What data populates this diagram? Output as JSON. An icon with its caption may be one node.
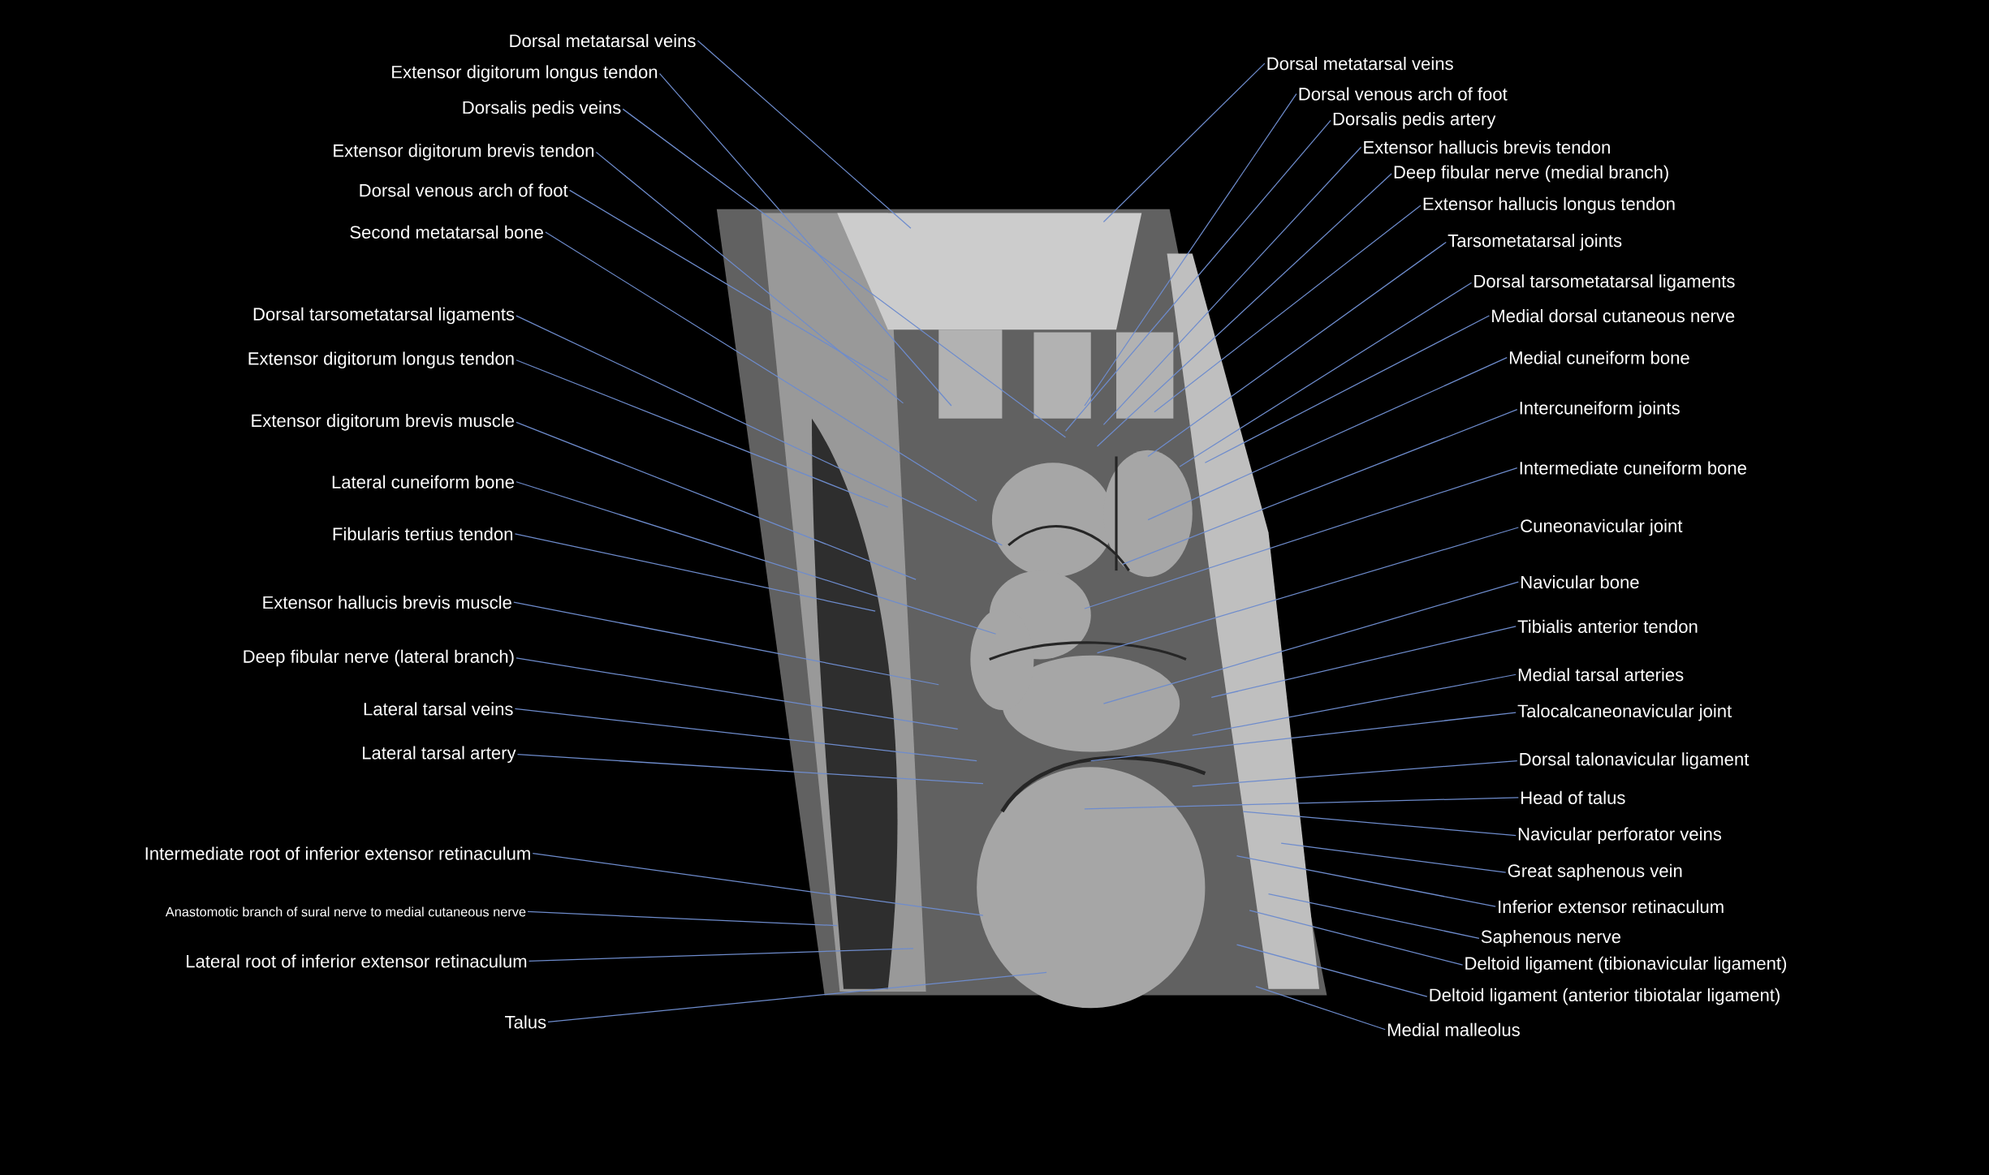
{
  "diagram": {
    "nodes": [
      {
        "text": [],
        "shape": "picture"
      },
      {
        "text": [
          "Dorsal metatarsal veins"
        ]
      },
      {
        "text": [
          "Extensor digitorum longus tendon"
        ]
      },
      {
        "text": [
          "Dorsalis pedis veins"
        ]
      },
      {
        "text": [
          "Extensor digitorum brevis tendon"
        ]
      },
      {
        "text": [
          "Dorsal venous arch of foot"
        ]
      },
      {
        "text": [
          "Second metatarsal bone"
        ]
      },
      {
        "text": [
          "Dorsal tarsometatarsal ligaments"
        ]
      },
      {
        "text": [
          "Extensor digitorum longus tendon"
        ]
      },
      {
        "text": [
          "Extensor digitorum brevis muscle"
        ]
      },
      {
        "text": [
          "Lateral cuneiform bone"
        ]
      },
      {
        "text": [
          "Fibularis tertius tendon"
        ]
      },
      {
        "text": [
          "Extensor hallucis brevis muscle"
        ]
      },
      {
        "text": [
          "Deep fibular nerve (lateral branch)"
        ]
      },
      {
        "text": [
          "Lateral tarsal veins"
        ]
      },
      {
        "text": [
          "Lateral tarsal artery"
        ]
      },
      {
        "text": [
          "Intermediate root of inferior extensor retinaculum"
        ]
      },
      {
        "text": [
          "Anastomotic branch of sural nerve to medial cutaneous nerve"
        ]
      },
      {
        "text": [
          "Lateral root of inferior extensor retinaculum"
        ]
      },
      {
        "text": [
          "Talus"
        ]
      },
      {
        "text": [
          "Dorsal metatarsal veins"
        ]
      },
      {
        "text": [
          "Dorsal venous arch of foot"
        ]
      },
      {
        "text": [
          "Dorsalis pedis artery"
        ]
      },
      {
        "text": [
          "Extensor hallucis brevis tendon"
        ]
      },
      {
        "text": [
          "Deep fibular nerve (medial branch)"
        ]
      },
      {
        "text": [
          "Extensor hallucis longus tendon"
        ]
      },
      {
        "text": [
          "Tarsometatarsal joints"
        ]
      },
      {
        "text": [
          "Dorsal tarsometatarsal ligaments"
        ]
      },
      {
        "text": [
          "Medial dorsal cutaneous nerve"
        ]
      },
      {
        "text": [
          "Medial cuneiform bone"
        ]
      },
      {
        "text": [
          "Intercuneiform joints"
        ]
      },
      {
        "text": [
          "Intermediate cuneiform bone"
        ]
      },
      {
        "text": [
          "Cuneonavicular joint"
        ]
      },
      {
        "text": [
          "Navicular bone"
        ]
      },
      {
        "text": [
          "Tibialis anterior tendon"
        ]
      },
      {
        "text": [
          "Medial tarsal arteries"
        ]
      },
      {
        "text": [
          "Talocalcaneonavicular joint"
        ]
      },
      {
        "text": [
          "Dorsal talonavicular ligament"
        ]
      },
      {
        "text": [
          "Head of talus"
        ]
      },
      {
        "text": [
          "Navicular perforator veins"
        ]
      },
      {
        "text": [
          "Great saphenous vein"
        ]
      },
      {
        "text": [
          "Inferior extensor retinaculum"
        ]
      },
      {
        "text": [
          "Saphenous nerve"
        ]
      },
      {
        "text": [
          "Deltoid ligament (tibionavicular ligament)"
        ]
      },
      {
        "text": [
          "Deltoid ligament (anterior tibiotalar ligament)"
        ]
      },
      {
        "text": [
          "Medial malleolus"
        ]
      }
    ],
    "edges": [
      {
        "from": 1,
        "to": 0,
        "arrow": "none"
      },
      {
        "from": 2,
        "to": 0,
        "arrow": "none"
      },
      {
        "from": 3,
        "to": 0,
        "arrow": "none"
      },
      {
        "from": 4,
        "to": 0,
        "arrow": "none"
      },
      {
        "from": 5,
        "to": 0,
        "arrow": "none"
      },
      {
        "from": 6,
        "to": 0,
        "arrow": "none"
      },
      {
        "from": 7,
        "to": 0,
        "arrow": "none"
      },
      {
        "from": 8,
        "to": 0,
        "arrow": "none"
      },
      {
        "from": 9,
        "to": 0,
        "arrow": "none"
      },
      {
        "from": 10,
        "to": 0,
        "arrow": "none"
      },
      {
        "from": 11,
        "to": 0,
        "arrow": "none"
      },
      {
        "from": 12,
        "to": 0,
        "arrow": "none"
      },
      {
        "from": 13,
        "to": 0,
        "arrow": "none"
      },
      {
        "from": 14,
        "to": 0,
        "arrow": "none"
      },
      {
        "from": 15,
        "to": 0,
        "arrow": "none"
      },
      {
        "from": 16,
        "to": 0,
        "arrow": "none"
      },
      {
        "from": 17,
        "to": 0,
        "arrow": "none"
      },
      {
        "from": 18,
        "to": 0,
        "arrow": "none"
      },
      {
        "from": 19,
        "to": 0,
        "arrow": "none"
      },
      {
        "from": 20,
        "to": 0,
        "arrow": "none"
      },
      {
        "from": 21,
        "to": 0,
        "arrow": "none"
      },
      {
        "from": 22,
        "to": 0,
        "arrow": "none"
      },
      {
        "from": 23,
        "to": 0,
        "arrow": "none"
      },
      {
        "from": 24,
        "to": 0,
        "arrow": "none"
      },
      {
        "from": 25,
        "to": 0,
        "arrow": "none"
      },
      {
        "from": 26,
        "to": 0,
        "arrow": "none"
      },
      {
        "from": 27,
        "to": 0,
        "arrow": "none"
      },
      {
        "from": 28,
        "to": 0,
        "arrow": "none"
      },
      {
        "from": 29,
        "to": 0,
        "arrow": "none"
      },
      {
        "from": 30,
        "to": 0,
        "arrow": "none"
      },
      {
        "from": 31,
        "to": 0,
        "arrow": "none"
      },
      {
        "from": 32,
        "to": 0,
        "arrow": "none"
      },
      {
        "from": 33,
        "to": 0,
        "arrow": "none"
      },
      {
        "from": 34,
        "to": 0,
        "arrow": "none"
      },
      {
        "from": 35,
        "to": 0,
        "arrow": "none"
      },
      {
        "from": 36,
        "to": 0,
        "arrow": "none"
      },
      {
        "from": 37,
        "to": 0,
        "arrow": "none"
      },
      {
        "from": 38,
        "to": 0,
        "arrow": "none"
      },
      {
        "from": 39,
        "to": 0,
        "arrow": "none"
      },
      {
        "from": 40,
        "to": 0,
        "arrow": "none"
      },
      {
        "from": 41,
        "to": 0,
        "arrow": "none"
      },
      {
        "from": 42,
        "to": 0,
        "arrow": "none"
      },
      {
        "from": 43,
        "to": 0,
        "arrow": "none"
      },
      {
        "from": 44,
        "to": 0,
        "arrow": "none"
      },
      {
        "from": 45,
        "to": 0,
        "arrow": "none"
      }
    ]
  }
}
